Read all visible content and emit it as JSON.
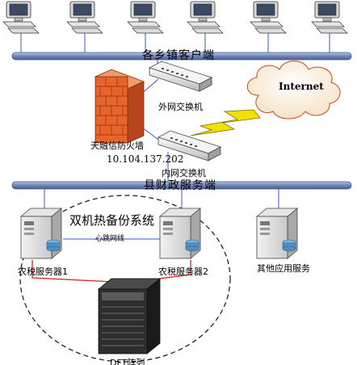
{
  "diagram": {
    "top_bus_label": "各乡镇客户端",
    "bottom_bus_label": "县财政服务端",
    "outer_switch_label": "外网交换机",
    "inner_switch_label": "内网交换机",
    "firewall_label": "天融信防火墙",
    "firewall_ip": "10.104.137.202",
    "internet_label": "Internet",
    "ha_system_label": "双机热备份系统",
    "heartbeat_label": "心跳网线",
    "server1_label": "农税服务器1",
    "server2_label": "农税服务器2",
    "other_server_label": "其他应用服务",
    "storage_label": "DFT阵列"
  },
  "colors": {
    "bus_fill": "#6f86b5",
    "bus_stroke": "#3d5687",
    "line_blue": "#3a58c8",
    "line_red": "#d42020",
    "firewall": "#e8642a",
    "lightning": "#f2e000"
  },
  "icons": [
    "computer-icon",
    "firewall-icon",
    "switch-icon",
    "cloud-icon",
    "lightning-icon",
    "server-icon",
    "storage-array-icon"
  ]
}
